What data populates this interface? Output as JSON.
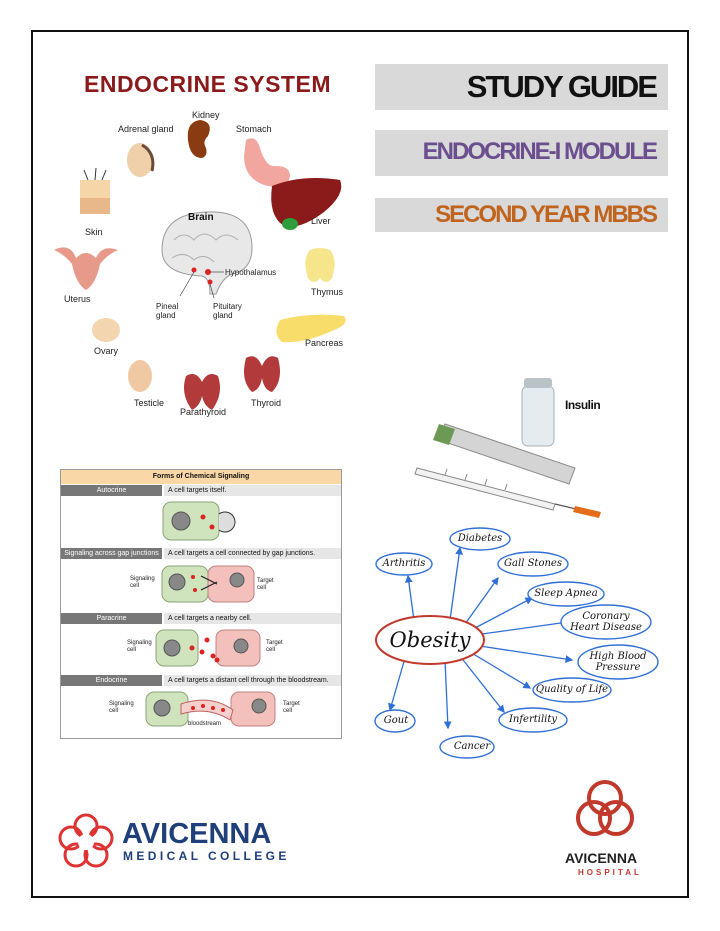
{
  "titles": {
    "study_guide": "STUDY GUIDE",
    "module": "ENDOCRINE-I MODULE",
    "year": "SECOND YEAR MBBS"
  },
  "endocrine_figure": {
    "title": "ENDOCRINE SYSTEM",
    "brain": "Brain",
    "hypothalamus": "Hypothalamus",
    "pineal": "Pineal\ngland",
    "pituitary": "Pituitary\ngland",
    "organs": {
      "kidney": "Kidney",
      "stomach": "Stomach",
      "adrenal": "Adrenal gland",
      "liver": "Liver",
      "skin": "Skin",
      "thymus": "Thymus",
      "uterus": "Uterus",
      "pancreas": "Pancreas",
      "ovary": "Ovary",
      "testicle": "Testicle",
      "parathyroid": "Parathyroid",
      "thyroid": "Thyroid"
    }
  },
  "signaling": {
    "title": "Forms of Chemical Signaling",
    "rows": [
      {
        "type": "Autocrine",
        "desc": "A cell targets itself."
      },
      {
        "type": "Signaling across gap junctions",
        "desc": "A cell targets a cell connected by gap junctions."
      },
      {
        "type": "Paracrine",
        "desc": "A cell targets a nearby cell."
      },
      {
        "type": "Endocrine",
        "desc": "A cell targets a distant cell through the bloodstream."
      }
    ],
    "signaling_cell": "Signaling\ncell",
    "target_cell": "Target\ncell",
    "bloodstream": "bloodstream"
  },
  "insulin_label": "Insulin",
  "mindmap": {
    "center": "Obesity",
    "items": {
      "arthritis": "Arthritis",
      "diabetes": "Diabetes",
      "gallstones": "Gall Stones",
      "sleep_apnea": "Sleep Apnea",
      "coronary": "Coronary\nHeart Disease",
      "hbp": "High Blood\nPressure",
      "qol": "Quality of Life",
      "infertility": "Infertility",
      "cancer": "Cancer",
      "gout": "Gout"
    }
  },
  "logos": {
    "college_name": "AVICENNA",
    "college_sub": "MEDICAL COLLEGE",
    "hospital_name": "AVICENNA",
    "hospital_sub": "HOSPITAL"
  },
  "colors": {
    "module_title": "#6b4e8e",
    "year_title": "#c0641d",
    "endo_title": "#8b1a1a",
    "college_blue": "#1f3f7a",
    "hospital_red": "#c0392b"
  }
}
